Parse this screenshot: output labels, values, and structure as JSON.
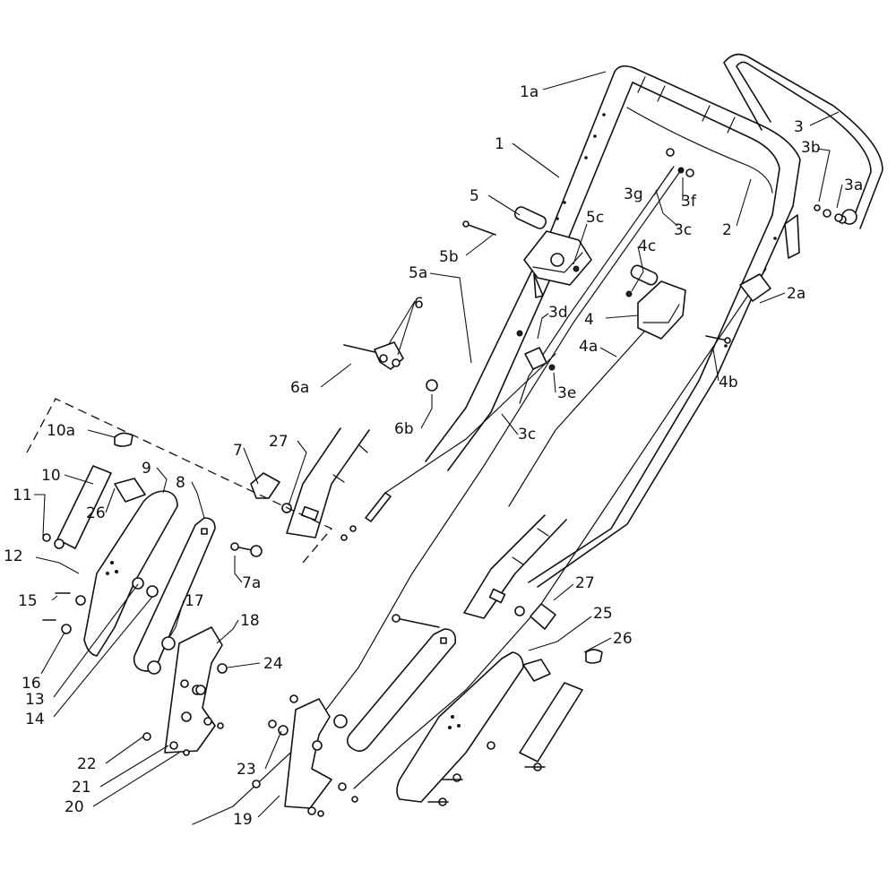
{
  "diagram": {
    "callouts": [
      {
        "id": "c-1a",
        "text": "1a"
      },
      {
        "id": "c-1",
        "text": "1"
      },
      {
        "id": "c-3",
        "text": "3"
      },
      {
        "id": "c-3b",
        "text": "3b"
      },
      {
        "id": "c-3a",
        "text": "3a"
      },
      {
        "id": "c-3g",
        "text": "3g"
      },
      {
        "id": "c-3f",
        "text": "3f"
      },
      {
        "id": "c-3c-top",
        "text": "3c"
      },
      {
        "id": "c-2",
        "text": "2"
      },
      {
        "id": "c-2a",
        "text": "2a"
      },
      {
        "id": "c-5",
        "text": "5"
      },
      {
        "id": "c-5c",
        "text": "5c"
      },
      {
        "id": "c-5b",
        "text": "5b"
      },
      {
        "id": "c-5a",
        "text": "5a"
      },
      {
        "id": "c-4c",
        "text": "4c"
      },
      {
        "id": "c-4",
        "text": "4"
      },
      {
        "id": "c-4a",
        "text": "4a"
      },
      {
        "id": "c-4b",
        "text": "4b"
      },
      {
        "id": "c-3d",
        "text": "3d"
      },
      {
        "id": "c-3e",
        "text": "3e"
      },
      {
        "id": "c-3c-mid",
        "text": "3c"
      },
      {
        "id": "c-6",
        "text": "6"
      },
      {
        "id": "c-6a",
        "text": "6a"
      },
      {
        "id": "c-6b",
        "text": "6b"
      },
      {
        "id": "c-10a",
        "text": "10a"
      },
      {
        "id": "c-7",
        "text": "7"
      },
      {
        "id": "c-27-left",
        "text": "27"
      },
      {
        "id": "c-10",
        "text": "10"
      },
      {
        "id": "c-9",
        "text": "9"
      },
      {
        "id": "c-8",
        "text": "8"
      },
      {
        "id": "c-11",
        "text": "11"
      },
      {
        "id": "c-26-left",
        "text": "26"
      },
      {
        "id": "c-12",
        "text": "12"
      },
      {
        "id": "c-7a",
        "text": "7a"
      },
      {
        "id": "c-15",
        "text": "15"
      },
      {
        "id": "c-27-right",
        "text": "27"
      },
      {
        "id": "c-25",
        "text": "25"
      },
      {
        "id": "c-17",
        "text": "17"
      },
      {
        "id": "c-18",
        "text": "18"
      },
      {
        "id": "c-26-right",
        "text": "26"
      },
      {
        "id": "c-24",
        "text": "24"
      },
      {
        "id": "c-16",
        "text": "16"
      },
      {
        "id": "c-13",
        "text": "13"
      },
      {
        "id": "c-14",
        "text": "14"
      },
      {
        "id": "c-22",
        "text": "22"
      },
      {
        "id": "c-23",
        "text": "23"
      },
      {
        "id": "c-21",
        "text": "21"
      },
      {
        "id": "c-20",
        "text": "20"
      },
      {
        "id": "c-19",
        "text": "19"
      }
    ]
  }
}
